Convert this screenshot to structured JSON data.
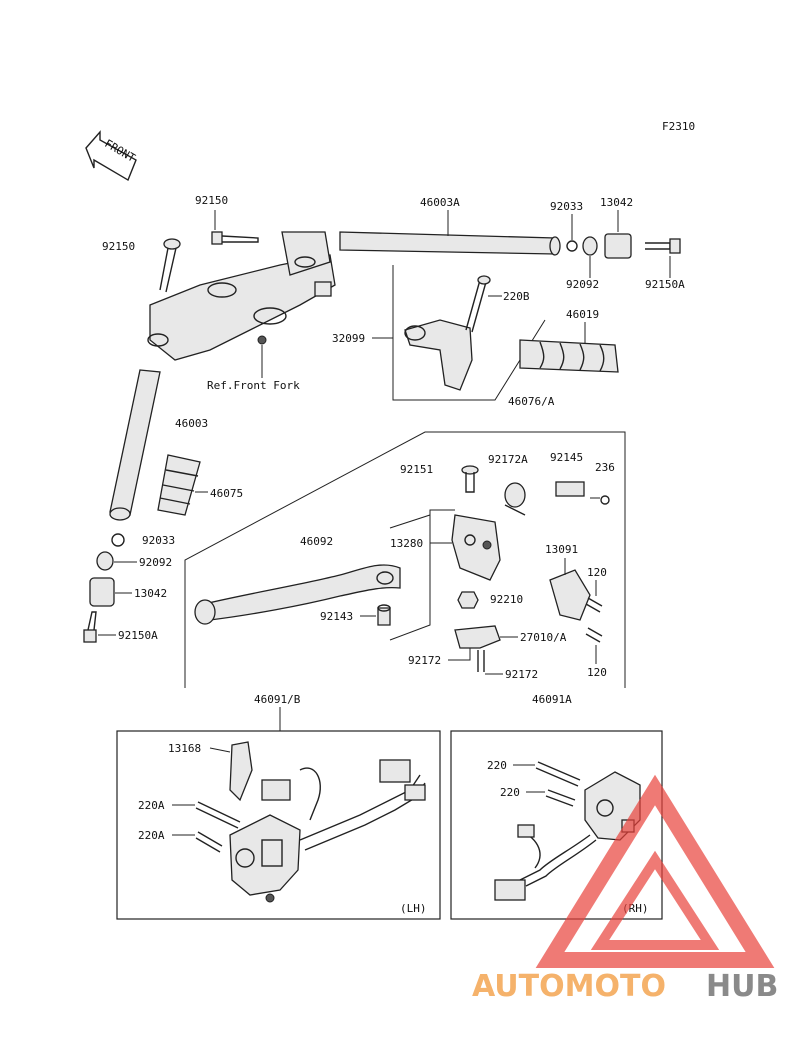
{
  "figure_code": "F2310",
  "front_arrow_text": "FRONT",
  "labels": {
    "p92150_top": "92150",
    "p92150_left": "92150",
    "p46003A": "46003A",
    "p92033_top": "92033",
    "p13042_top": "13042",
    "p92092_top": "92092",
    "p92150A_top": "92150A",
    "p220B": "220B",
    "p46019": "46019",
    "p32099": "32099",
    "ref_front_fork": "Ref.Front Fork",
    "p46076A": "46076/A",
    "p46003": "46003",
    "p46075": "46075",
    "p92033_left": "92033",
    "p92092_left": "92092",
    "p13042_left": "13042",
    "p92150A_left": "92150A",
    "p92151": "92151",
    "p92172A": "92172A",
    "p92145": "92145",
    "p236": "236",
    "p46092": "46092",
    "p13280": "13280",
    "p13091": "13091",
    "p120_a": "120",
    "p92210": "92210",
    "p92143": "92143",
    "p27010A": "27010/A",
    "p92172_a": "92172",
    "p92172_b": "92172",
    "p120_b": "120",
    "p46091B": "46091/B",
    "p46091A": "46091A",
    "p13168": "13168",
    "p220A_a": "220A",
    "p220A_b": "220A",
    "p220_a": "220",
    "p220_b": "220",
    "lh": "(LH)",
    "rh": "(RH)"
  },
  "watermark": {
    "part1": "AUTOMOTO",
    "part2": "HUB",
    "color1": "#f5b26b",
    "color2": "#8a8a8a",
    "triangle_color": "#e8413a"
  }
}
